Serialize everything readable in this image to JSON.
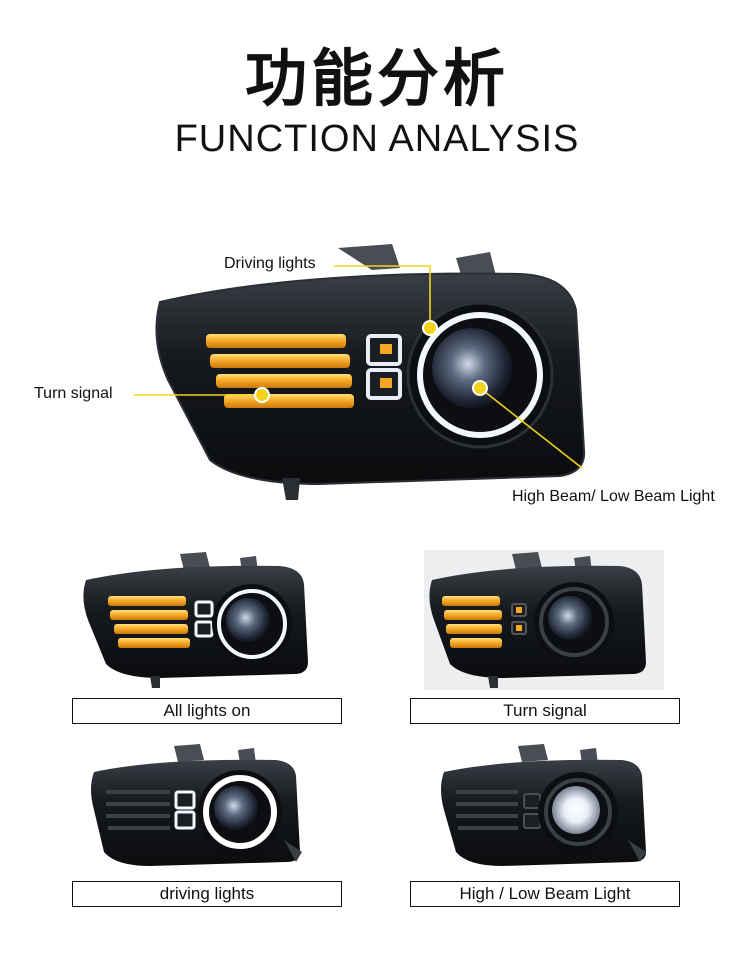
{
  "header": {
    "title_cn": "功能分析",
    "title_en": "FUNCTION ANALYSIS"
  },
  "main_figure": {
    "callouts": {
      "driving_lights": "Driving lights",
      "turn_signal": "Turn signal",
      "high_low_beam": "High Beam/ Low Beam Light"
    },
    "callout_color": "#f2d21b"
  },
  "panels": [
    {
      "caption": "All lights on",
      "state": "all-on"
    },
    {
      "caption": "Turn signal",
      "state": "turn"
    },
    {
      "caption": "driving lights",
      "state": "drl"
    },
    {
      "caption": "High / Low Beam Light",
      "state": "beam"
    }
  ],
  "colors": {
    "amber": "#f5a623",
    "housing": "#15181c",
    "drl_white": "#f4f7ff"
  }
}
